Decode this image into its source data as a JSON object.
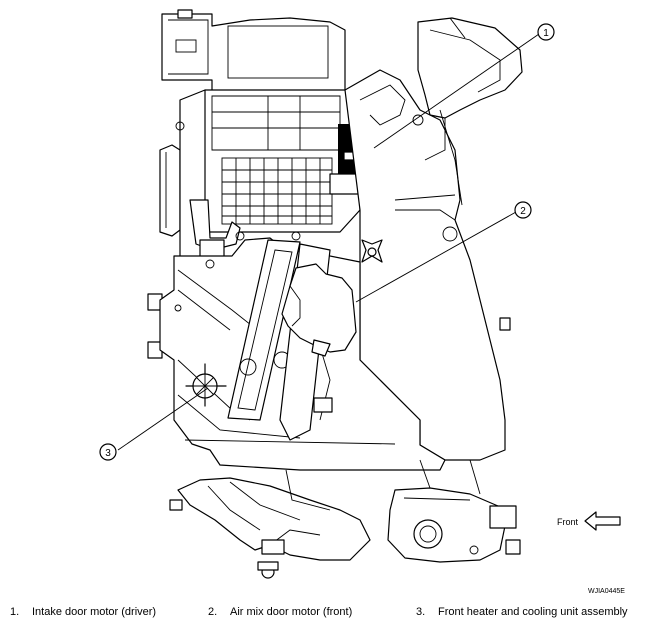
{
  "callouts": [
    {
      "number": "1"
    },
    {
      "number": "2"
    },
    {
      "number": "3"
    }
  ],
  "direction_label": "Front",
  "figure_id": "WJIA0445E",
  "legend": [
    {
      "number": "1.",
      "text": "Intake door motor (driver)"
    },
    {
      "number": "2.",
      "text": "Air mix door motor (front)"
    },
    {
      "number": "3.",
      "text": "Front heater and cooling unit assembly"
    }
  ]
}
